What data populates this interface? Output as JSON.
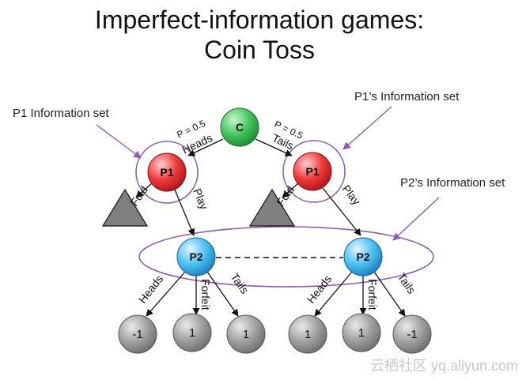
{
  "title": {
    "line1": "Imperfect-information games:",
    "line2": "Coin Toss"
  },
  "annotations": {
    "p1_left": "P1 Information set",
    "p1_right": "P1’s Information set",
    "p2": "P2’s Information set"
  },
  "nodes": {
    "chance": "C",
    "p1": "P1",
    "p2": "P2"
  },
  "edges": {
    "heads_prob": "P = 0.5",
    "tails_prob": "P = 0.5",
    "heads": "Heads",
    "tails": "Tails",
    "fold": "Fold",
    "play": "Play",
    "forfeit": "Forfeit"
  },
  "leaves": {
    "left": [
      "-1",
      "1",
      "1"
    ],
    "right": [
      "1",
      "1",
      "-1"
    ]
  },
  "watermark": "云栖社区 yq.aliyun.com",
  "colors": {
    "chance": "#3fbf57",
    "p1": "#e8262a",
    "p2": "#3fb0ea",
    "info_set": "#8b5fae",
    "leaf": "#8f8f8f",
    "triangle": "#808080"
  }
}
